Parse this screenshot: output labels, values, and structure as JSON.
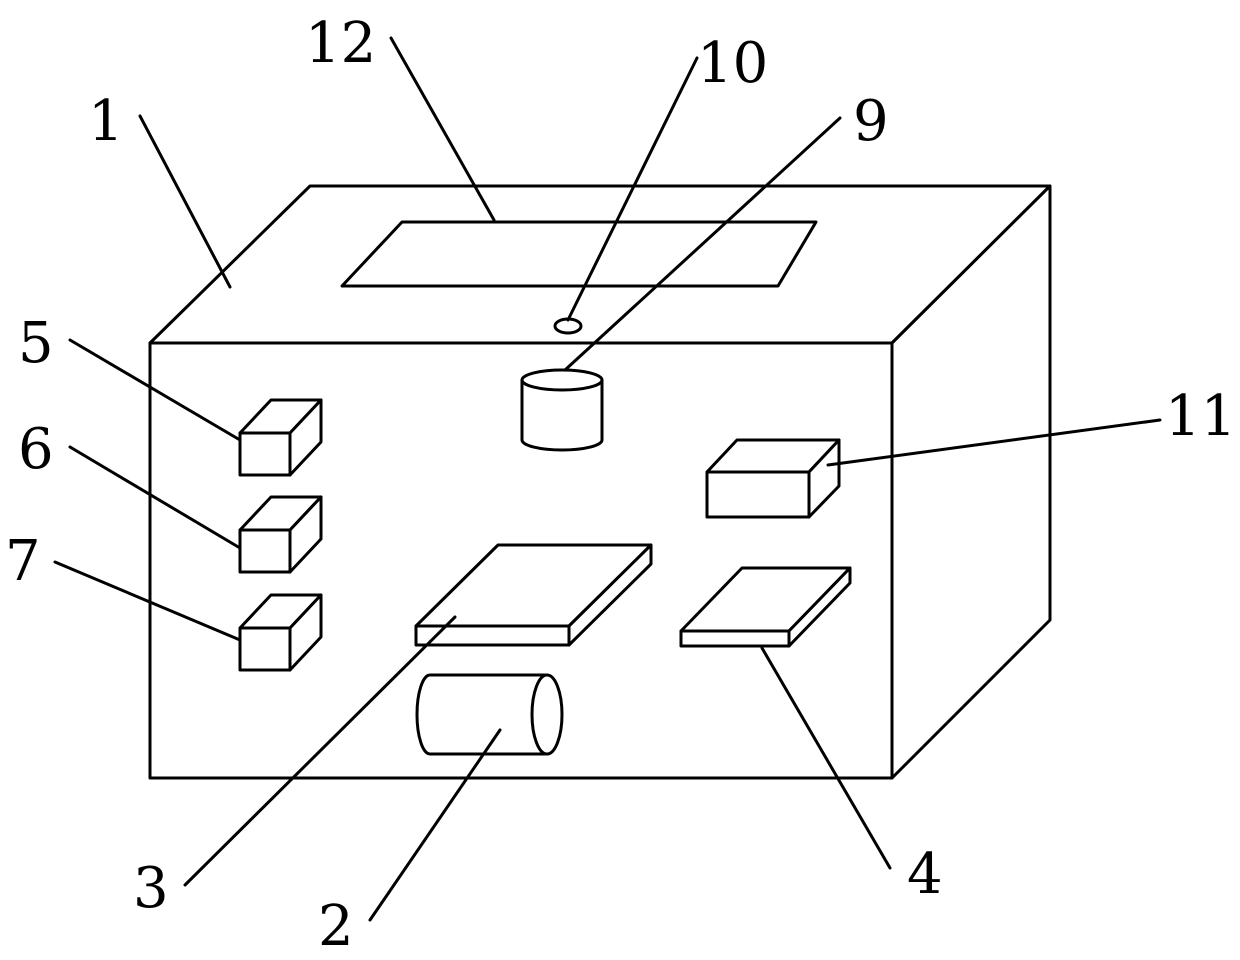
{
  "labels": {
    "housing": "1",
    "cylinder_horizontal": "2",
    "plate_center": "3",
    "plate_right": "4",
    "box_upper_left": "5",
    "box_middle_left": "6",
    "box_lower_left": "7",
    "cylinder_vertical": "9",
    "small_hole": "10",
    "box_right": "11",
    "top_panel": "12"
  }
}
